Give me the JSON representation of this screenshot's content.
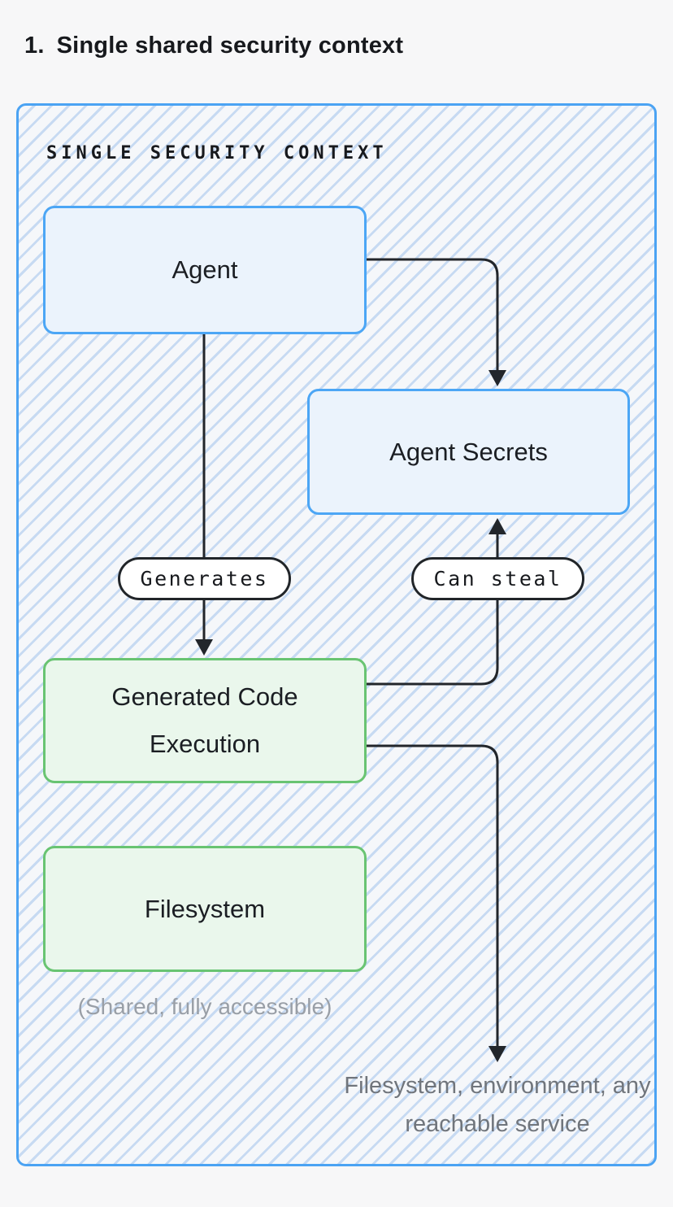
{
  "title": {
    "marker": "1.",
    "text": "Single shared security context"
  },
  "frame": {
    "label": "SINGLE SECURITY CONTEXT"
  },
  "nodes": {
    "agent": {
      "label": "Agent",
      "style": "blue"
    },
    "agent_secrets": {
      "label": "Agent Secrets",
      "style": "blue"
    },
    "generated_code_execution": {
      "label": "Generated Code Execution",
      "style": "green"
    },
    "filesystem": {
      "label": "Filesystem",
      "style": "green",
      "caption": "(Shared, fully accessible)"
    }
  },
  "edge_labels": {
    "generates": "Generates",
    "can_steal": "Can steal"
  },
  "edges": [
    {
      "from": "agent",
      "to": "agent_secrets",
      "label": ""
    },
    {
      "from": "agent",
      "to": "generated_code_execution",
      "label": "Generates"
    },
    {
      "from": "generated_code_execution",
      "to": "agent_secrets",
      "label": "Can steal"
    },
    {
      "from": "generated_code_execution",
      "to": "outside",
      "label": ""
    }
  ],
  "annotations": {
    "reach_target": "Filesystem, environment, any reachable service"
  },
  "colors": {
    "page_background": "#F7F7F8",
    "frame_border": "#4BA3F3",
    "hatch_stripe": "#C7DAF2",
    "hatch_base": "#F5F7FA",
    "blue_node_border": "#4CA6F5",
    "blue_node_fill": "#EBF3FC",
    "green_node_border": "#69C472",
    "green_node_fill": "#EAF7EC",
    "edge_stroke": "#22262B",
    "pill_border": "#212529",
    "caption_gray": "#999FA7",
    "sink_gray": "#70757C",
    "title_color": "#17191D"
  }
}
